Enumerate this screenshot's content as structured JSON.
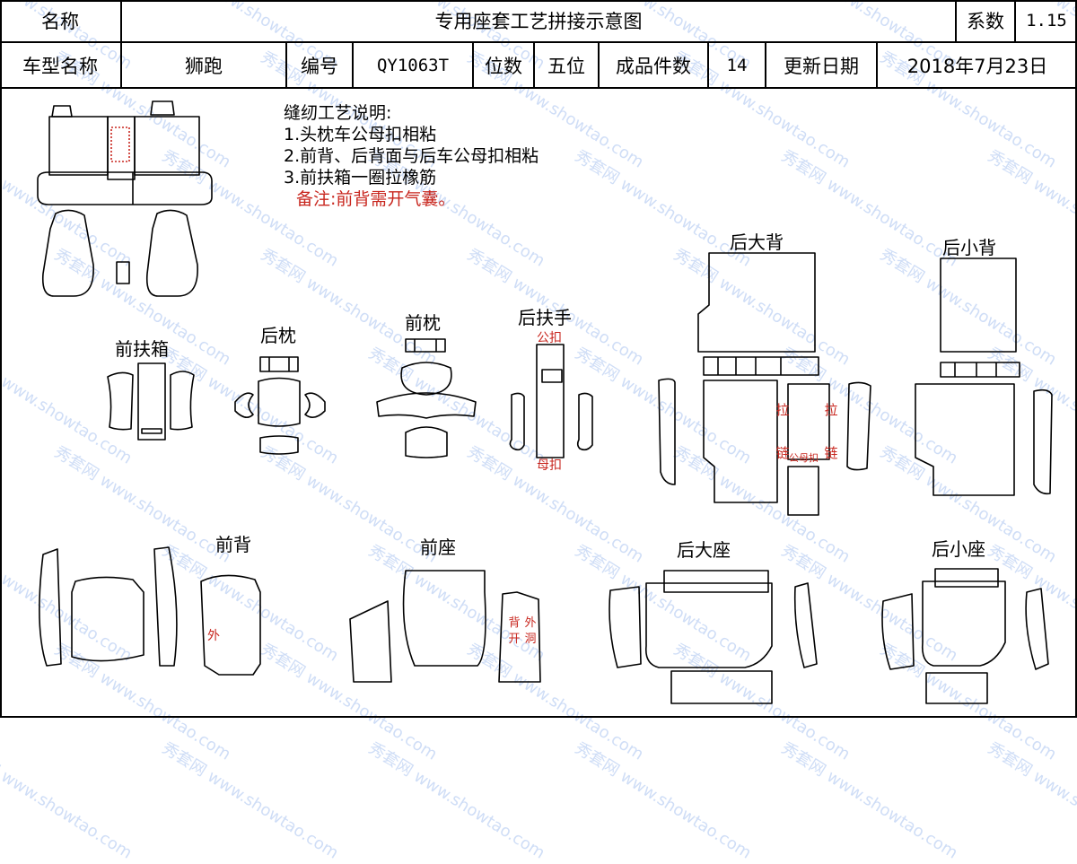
{
  "header": {
    "name_label": "名称",
    "title": "专用座套工艺拼接示意图",
    "coef_label": "系数",
    "coef_value": "1.15",
    "model_label": "车型名称",
    "model_value": "狮跑",
    "code_label": "编号",
    "code_value": "QY1063T",
    "seats_label": "位数",
    "seats_value": "五位",
    "pieces_label": "成品件数",
    "pieces_value": "14",
    "date_label": "更新日期",
    "date_value": "2018年7月23日"
  },
  "notes": {
    "heading": "缝纫工艺说明:",
    "items": [
      "1.头枕车公母扣相粘",
      "2.前背、后背面与后车公母扣相粘",
      "3.前扶箱一圈拉橡筋"
    ],
    "remark": "备注:前背需开气囊。"
  },
  "parts": {
    "front_armrest_box": "前扶箱",
    "rear_headrest": "后枕",
    "front_headrest": "前枕",
    "rear_armrest": "后扶手",
    "rear_big_back": "后大背",
    "rear_small_back": "后小背",
    "front_back": "前背",
    "front_seat": "前座",
    "rear_big_seat": "后大座",
    "rear_small_seat": "后小座"
  },
  "annotations": {
    "male_buckle": "公扣",
    "female_buckle": "母扣",
    "zipper_left": "拉链",
    "zipper_right": "拉链",
    "male_female_buckle": "公母扣",
    "outer": "外",
    "back_opening": "背开",
    "outer_hole": "外洞"
  },
  "watermark": {
    "text_cn": "秀套网",
    "text_url": "www.showtao.com"
  },
  "colors": {
    "line": "#000000",
    "annotation": "#c8261e",
    "watermark": "#a8c3f0"
  }
}
